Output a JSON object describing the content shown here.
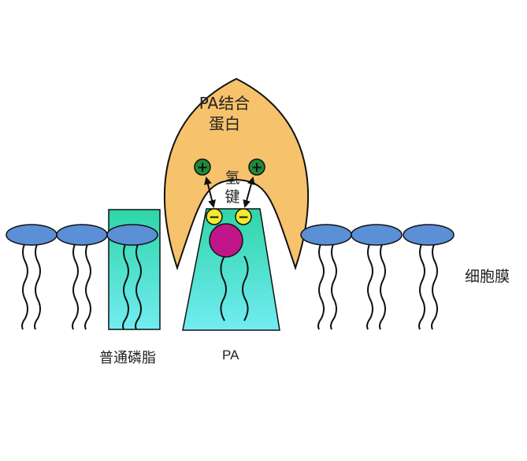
{
  "labels": {
    "pa_binding_protein": "PA结合\n蛋白",
    "hydrogen_bond": "氢\n键",
    "normal_phospholipid": "普通磷脂",
    "pa": "PA",
    "cell_membrane": "细胞膜"
  },
  "charges": {
    "positive_symbol": "+",
    "negative_symbol": "−"
  },
  "colors": {
    "protein": "#f6c26b",
    "lipid_head": "#5b8fd6",
    "pa_head": "#c0168a",
    "positive_charge": "#1f8a3a",
    "negative_charge": "#f2ea2c",
    "teal_gradient_top": "#2fd5a8",
    "teal_gradient_bottom": "#6ee8f0"
  }
}
